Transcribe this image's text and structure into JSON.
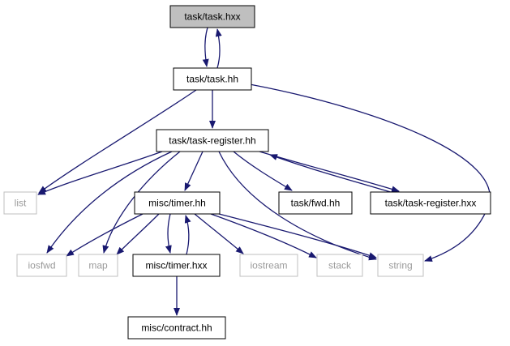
{
  "colors": {
    "edge": "#191970",
    "box_border_main": "#000000",
    "box_border_ext": "#bfbfbf",
    "highlight_fill": "#bfbfbf",
    "text_main": "#000000",
    "text_ext": "#9a9a9a"
  },
  "nodes": [
    {
      "id": "task_hxx",
      "label": "task/task.hxx",
      "kind": "highlight"
    },
    {
      "id": "task_hh",
      "label": "task/task.hh",
      "kind": "main"
    },
    {
      "id": "task_register_hh",
      "label": "task/task-register.hh",
      "kind": "main"
    },
    {
      "id": "list",
      "label": "list",
      "kind": "external"
    },
    {
      "id": "misc_timer_hh",
      "label": "misc/timer.hh",
      "kind": "main"
    },
    {
      "id": "task_fwd_hh",
      "label": "task/fwd.hh",
      "kind": "main"
    },
    {
      "id": "task_register_hxx",
      "label": "task/task-register.hxx",
      "kind": "main"
    },
    {
      "id": "iosfwd",
      "label": "iosfwd",
      "kind": "external"
    },
    {
      "id": "map",
      "label": "map",
      "kind": "external"
    },
    {
      "id": "misc_timer_hxx",
      "label": "misc/timer.hxx",
      "kind": "main"
    },
    {
      "id": "iostream",
      "label": "iostream",
      "kind": "external"
    },
    {
      "id": "stack",
      "label": "stack",
      "kind": "external"
    },
    {
      "id": "string",
      "label": "string",
      "kind": "external"
    },
    {
      "id": "misc_contract_hh",
      "label": "misc/contract.hh",
      "kind": "main"
    }
  ],
  "edges": [
    {
      "from": "task_hxx",
      "to": "task_hh"
    },
    {
      "from": "task_hh",
      "to": "task_hxx"
    },
    {
      "from": "task_hh",
      "to": "list"
    },
    {
      "from": "task_hh",
      "to": "task_register_hh"
    },
    {
      "from": "task_hh",
      "to": "string"
    },
    {
      "from": "task_register_hh",
      "to": "list"
    },
    {
      "from": "task_register_hh",
      "to": "iosfwd"
    },
    {
      "from": "task_register_hh",
      "to": "map"
    },
    {
      "from": "task_register_hh",
      "to": "misc_timer_hh"
    },
    {
      "from": "task_register_hh",
      "to": "string"
    },
    {
      "from": "task_register_hh",
      "to": "task_fwd_hh"
    },
    {
      "from": "task_register_hh",
      "to": "task_register_hxx"
    },
    {
      "from": "task_register_hxx",
      "to": "task_register_hh"
    },
    {
      "from": "misc_timer_hh",
      "to": "iosfwd"
    },
    {
      "from": "misc_timer_hh",
      "to": "map"
    },
    {
      "from": "misc_timer_hh",
      "to": "misc_timer_hxx"
    },
    {
      "from": "misc_timer_hxx",
      "to": "misc_timer_hh"
    },
    {
      "from": "misc_timer_hh",
      "to": "iostream"
    },
    {
      "from": "misc_timer_hh",
      "to": "stack"
    },
    {
      "from": "misc_timer_hh",
      "to": "string"
    },
    {
      "from": "misc_timer_hxx",
      "to": "misc_contract_hh"
    }
  ]
}
